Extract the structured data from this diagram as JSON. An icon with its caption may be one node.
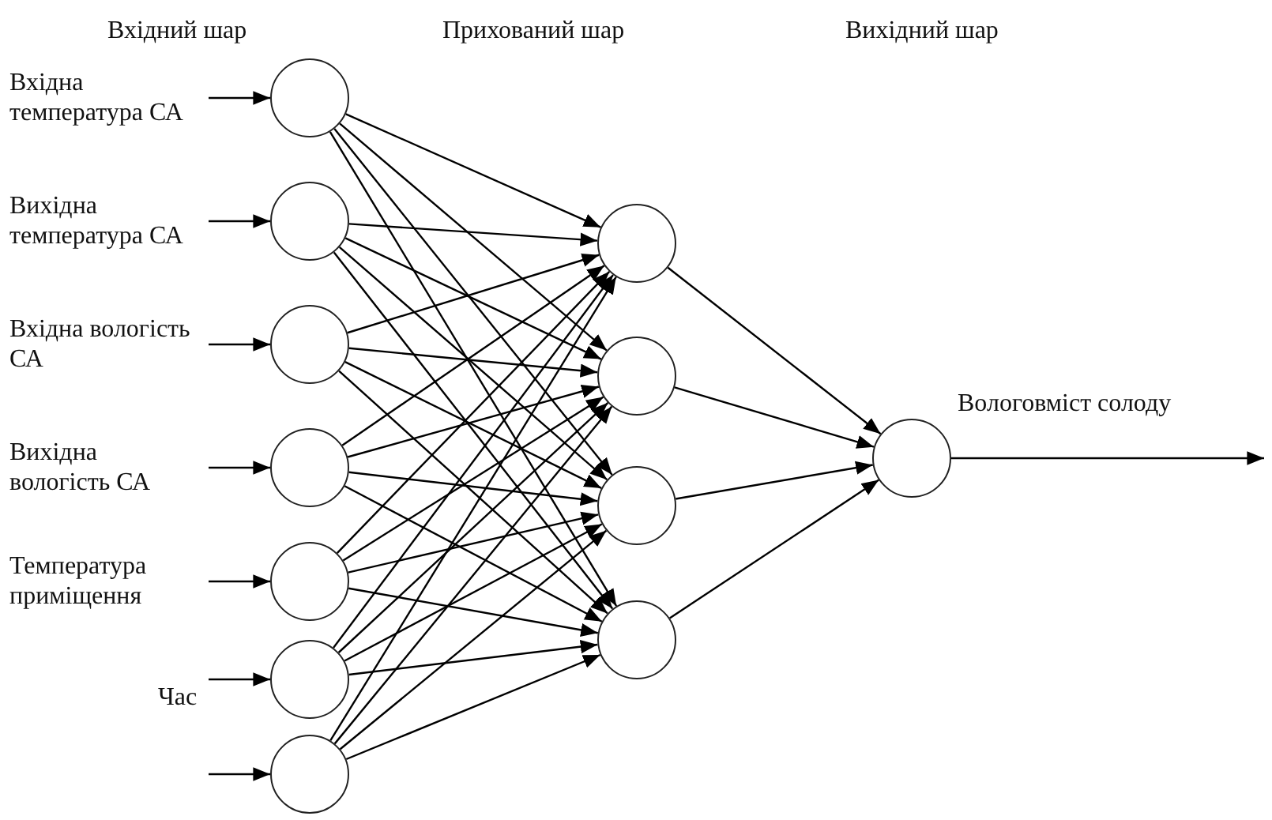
{
  "diagram": {
    "nodes": [
      {
        "text": [],
        "shape": "circle"
      },
      {
        "text": [],
        "shape": "circle"
      },
      {
        "text": [],
        "shape": "circle"
      },
      {
        "text": [],
        "shape": "circle"
      },
      {
        "text": [],
        "shape": "circle"
      },
      {
        "text": [],
        "shape": "circle"
      },
      {
        "text": [],
        "shape": "circle"
      },
      {
        "text": [],
        "shape": "circle"
      },
      {
        "text": [],
        "shape": "circle"
      },
      {
        "text": [],
        "shape": "circle"
      },
      {
        "text": [],
        "shape": "circle"
      },
      {
        "text": [],
        "shape": "circle"
      }
    ],
    "edges": [
      {
        "from": null,
        "to": 0,
        "arrow": "to",
        "label": "Вхідна температура СА"
      },
      {
        "from": null,
        "to": 1,
        "arrow": "to",
        "label": "Вихідна температура СА"
      },
      {
        "from": null,
        "to": 2,
        "arrow": "to",
        "label": "Вхідна вологість СА"
      },
      {
        "from": null,
        "to": 3,
        "arrow": "to",
        "label": "Вихідна вологість СА"
      },
      {
        "from": null,
        "to": 4,
        "arrow": "to",
        "label": "Температура приміщення"
      },
      {
        "from": null,
        "to": 5,
        "arrow": "to",
        "label": "Час"
      },
      {
        "from": null,
        "to": 6,
        "arrow": "to"
      },
      {
        "from": 0,
        "to": 7,
        "arrow": "to"
      },
      {
        "from": 0,
        "to": 8,
        "arrow": "to"
      },
      {
        "from": 0,
        "to": 9,
        "arrow": "to"
      },
      {
        "from": 0,
        "to": 10,
        "arrow": "to"
      },
      {
        "from": 1,
        "to": 7,
        "arrow": "to"
      },
      {
        "from": 1,
        "to": 8,
        "arrow": "to"
      },
      {
        "from": 1,
        "to": 9,
        "arrow": "to"
      },
      {
        "from": 1,
        "to": 10,
        "arrow": "to"
      },
      {
        "from": 2,
        "to": 7,
        "arrow": "to"
      },
      {
        "from": 2,
        "to": 8,
        "arrow": "to"
      },
      {
        "from": 2,
        "to": 9,
        "arrow": "to"
      },
      {
        "from": 2,
        "to": 10,
        "arrow": "to"
      },
      {
        "from": 3,
        "to": 7,
        "arrow": "to"
      },
      {
        "from": 3,
        "to": 8,
        "arrow": "to"
      },
      {
        "from": 3,
        "to": 9,
        "arrow": "to"
      },
      {
        "from": 3,
        "to": 10,
        "arrow": "to"
      },
      {
        "from": 4,
        "to": 7,
        "arrow": "to"
      },
      {
        "from": 4,
        "to": 8,
        "arrow": "to"
      },
      {
        "from": 4,
        "to": 9,
        "arrow": "to"
      },
      {
        "from": 4,
        "to": 10,
        "arrow": "to"
      },
      {
        "from": 5,
        "to": 7,
        "arrow": "to"
      },
      {
        "from": 5,
        "to": 8,
        "arrow": "to"
      },
      {
        "from": 5,
        "to": 9,
        "arrow": "to"
      },
      {
        "from": 5,
        "to": 10,
        "arrow": "to"
      },
      {
        "from": 6,
        "to": 7,
        "arrow": "to"
      },
      {
        "from": 6,
        "to": 8,
        "arrow": "to"
      },
      {
        "from": 6,
        "to": 9,
        "arrow": "to"
      },
      {
        "from": 6,
        "to": 10,
        "arrow": "to"
      },
      {
        "from": 7,
        "to": 11,
        "arrow": "to"
      },
      {
        "from": 8,
        "to": 11,
        "arrow": "to"
      },
      {
        "from": 9,
        "to": 11,
        "arrow": "to"
      },
      {
        "from": 10,
        "to": 11,
        "arrow": "to"
      },
      {
        "from": 11,
        "to": null,
        "arrow": "to",
        "label": "Вологовміст солоду"
      }
    ],
    "labels": [
      "Вхідний шар",
      "Прихований шар",
      "Вихідний шар"
    ]
  }
}
